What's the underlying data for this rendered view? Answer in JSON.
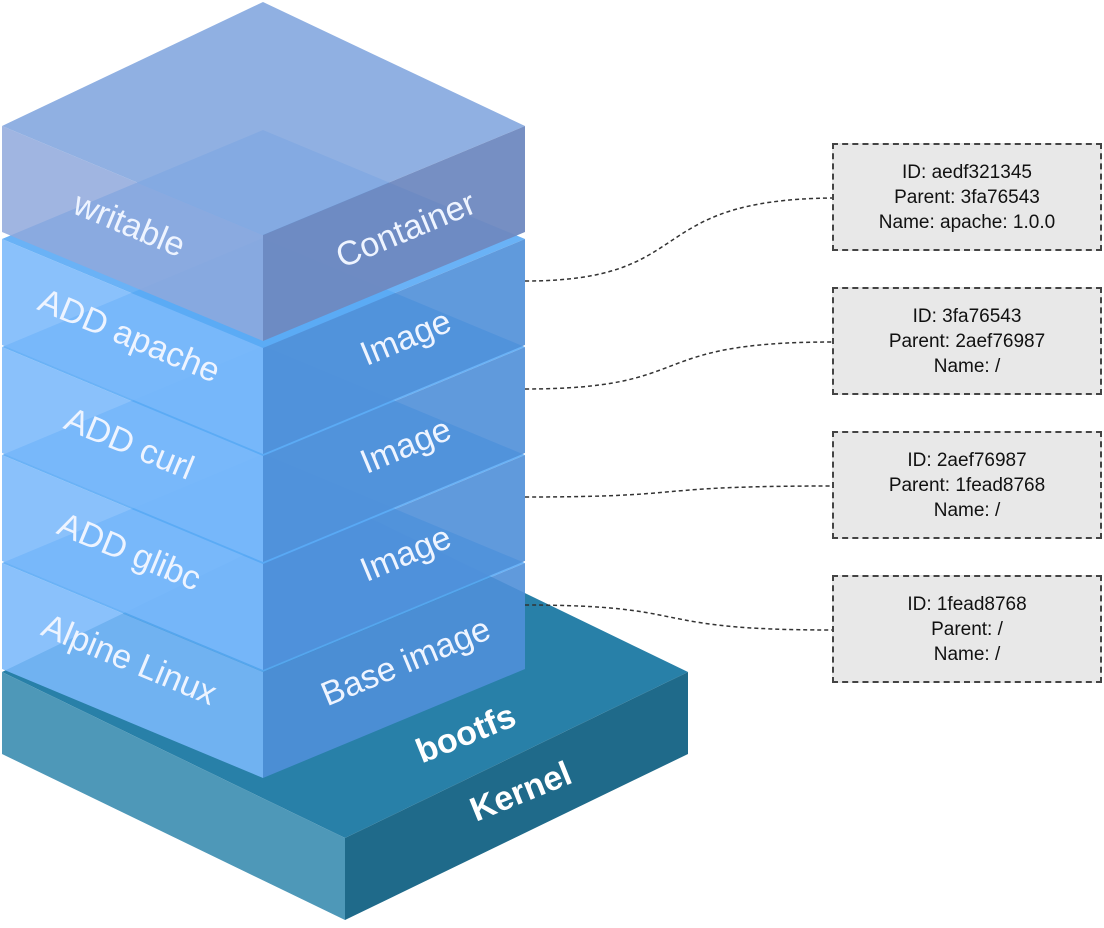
{
  "layers": [
    {
      "front": "Base image",
      "side": "Alpine Linux"
    },
    {
      "front": "Image",
      "side": "ADD glibc"
    },
    {
      "front": "Image",
      "side": "ADD curl"
    },
    {
      "front": "Image",
      "side": "ADD apache"
    },
    {
      "front": "Container",
      "side": "writable"
    }
  ],
  "foundation": {
    "upper": "bootfs",
    "lower": "Kernel"
  },
  "metadata": [
    {
      "id": "ID: aedf321345",
      "parent": "Parent: 3fa76543",
      "name": "Name: apache: 1.0.0"
    },
    {
      "id": "ID: 3fa76543",
      "parent": "Parent: 2aef76987",
      "name": "Name: /"
    },
    {
      "id": "ID: 2aef76987",
      "parent": "Parent: 1fead8768",
      "name": "Name: /"
    },
    {
      "id": "ID: 1fead8768",
      "parent": "Parent: /",
      "name": "Name: /"
    }
  ],
  "colors": {
    "kernel_top": "#2880a8",
    "kernel_left": "#4e98b8",
    "kernel_right": "#1f6a8a",
    "image_left": "#7ab8fa",
    "image_right": "#4f8fd8",
    "image_top": "#5aaaf5",
    "container_left": "#8fa8dc",
    "container_right": "#6f89c0",
    "container_top": "#87a9e0",
    "box_fill": "#e8e8e8",
    "box_border": "#444444",
    "text_light": "#eef4ff"
  }
}
